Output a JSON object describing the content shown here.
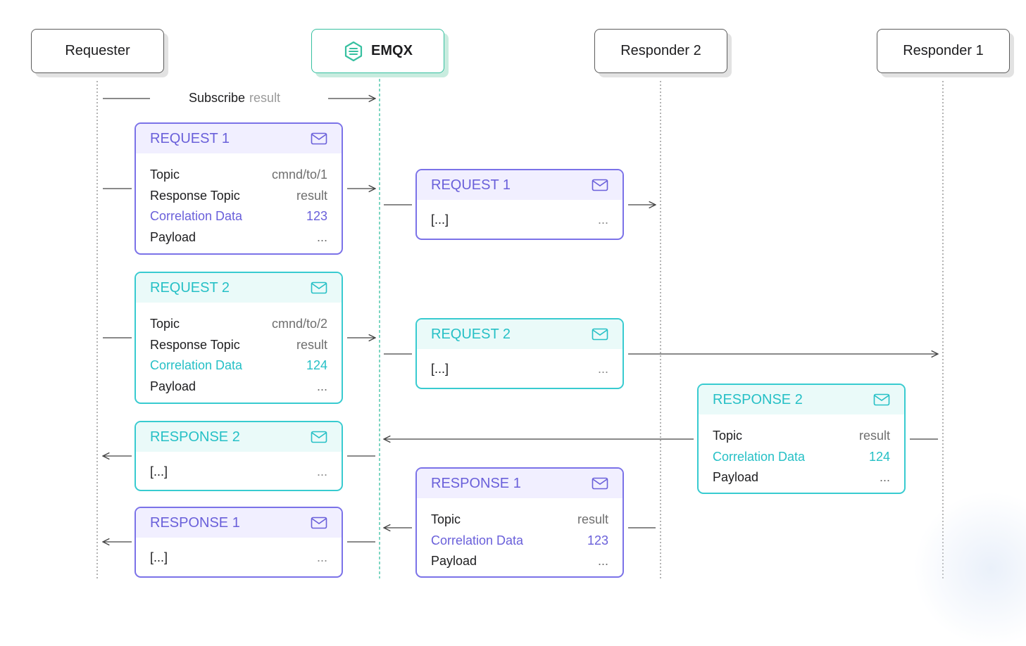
{
  "actors": {
    "requester": "Requester",
    "broker": "EMQX",
    "responder2": "Responder 2",
    "responder1": "Responder 1"
  },
  "subscribe": {
    "label": "Subscribe",
    "topic": "result"
  },
  "requester_request1": {
    "title": "REQUEST 1",
    "topic_label": "Topic",
    "topic": "cmnd/to/1",
    "response_topic_label": "Response Topic",
    "response_topic": "result",
    "correlation_label": "Correlation Data",
    "correlation": "123",
    "payload_label": "Payload",
    "payload": "..."
  },
  "requester_request2": {
    "title": "REQUEST 2",
    "topic_label": "Topic",
    "topic": "cmnd/to/2",
    "response_topic_label": "Response Topic",
    "response_topic": "result",
    "correlation_label": "Correlation Data",
    "correlation": "124",
    "payload_label": "Payload",
    "payload": "..."
  },
  "broker_request1": {
    "title": "REQUEST 1",
    "body": "[...]",
    "more": "..."
  },
  "broker_request2": {
    "title": "REQUEST 2",
    "body": "[...]",
    "more": "..."
  },
  "responder_response2": {
    "title": "RESPONSE 2",
    "topic_label": "Topic",
    "topic": "result",
    "correlation_label": "Correlation Data",
    "correlation": "124",
    "payload_label": "Payload",
    "payload": "..."
  },
  "broker_response1": {
    "title": "RESPONSE 1",
    "topic_label": "Topic",
    "topic": "result",
    "correlation_label": "Correlation Data",
    "correlation": "123",
    "payload_label": "Payload",
    "payload": "..."
  },
  "requester_response2": {
    "title": "RESPONSE 2",
    "body": "[...]",
    "more": "..."
  },
  "requester_response1": {
    "title": "RESPONSE 1",
    "body": "[...]",
    "more": "..."
  },
  "colors": {
    "request1_accent": "#6a60da",
    "request2_accent": "#26c0c6",
    "broker_accent": "#37c0a0",
    "lifeline": "#8a8a8a",
    "arrow": "#444444"
  }
}
